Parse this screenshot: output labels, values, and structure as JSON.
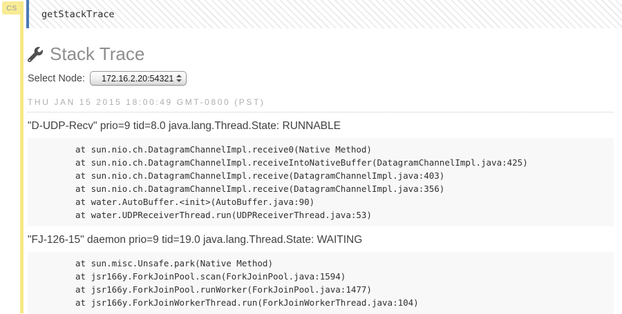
{
  "cell": {
    "badge_label": "CS",
    "input": "getStackTrace"
  },
  "header": {
    "icon": "wrench-icon",
    "title": "Stack Trace"
  },
  "node_selector": {
    "label": "Select Node:",
    "selected": "172.16.2.20:54321"
  },
  "timestamp": "THU JAN 15 2015 18:00:49 GMT-0800 (PST)",
  "threads": [
    {
      "header": "\"D-UDP-Recv\" prio=9 tid=8.0 java.lang.Thread.State: RUNNABLE",
      "stack": [
        "at sun.nio.ch.DatagramChannelImpl.receive0(Native Method)",
        "at sun.nio.ch.DatagramChannelImpl.receiveIntoNativeBuffer(DatagramChannelImpl.java:425)",
        "at sun.nio.ch.DatagramChannelImpl.receive(DatagramChannelImpl.java:403)",
        "at sun.nio.ch.DatagramChannelImpl.receive(DatagramChannelImpl.java:356)",
        "at water.AutoBuffer.<init>(AutoBuffer.java:90)",
        "at water.UDPReceiverThread.run(UDPReceiverThread.java:53)"
      ]
    },
    {
      "header": "\"FJ-126-15\" daemon prio=9 tid=19.0 java.lang.Thread.State: WAITING",
      "stack": [
        "at sun.misc.Unsafe.park(Native Method)",
        "at jsr166y.ForkJoinPool.scan(ForkJoinPool.java:1594)",
        "at jsr166y.ForkJoinPool.runWorker(ForkJoinPool.java:1477)",
        "at jsr166y.ForkJoinWorkerThread.run(ForkJoinWorkerThread.java:104)"
      ]
    }
  ],
  "colors": {
    "accent_yellow": "#f5e884",
    "cell_border_blue": "#4a7ab5",
    "pre_background": "#f8f8f8",
    "title_gray": "#8e8e8e"
  }
}
